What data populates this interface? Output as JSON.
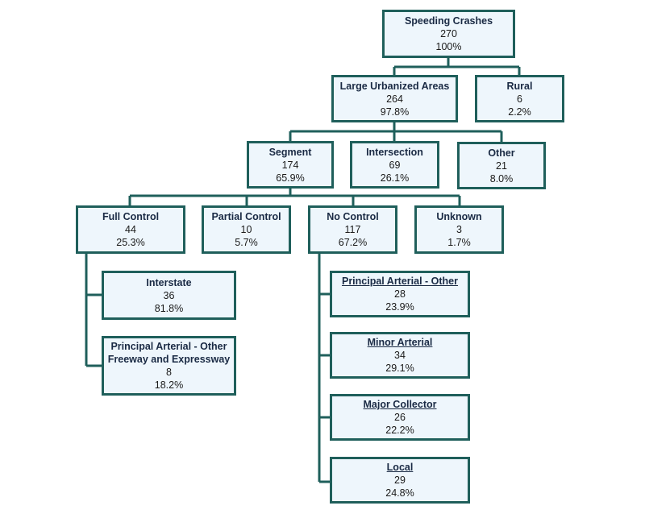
{
  "nodes": {
    "speeding": {
      "title": "Speeding Crashes",
      "count": "270",
      "pct": "100%"
    },
    "urban": {
      "title": "Large Urbanized Areas",
      "count": "264",
      "pct": "97.8%"
    },
    "rural": {
      "title": "Rural",
      "count": "6",
      "pct": "2.2%"
    },
    "segment": {
      "title": "Segment",
      "count": "174",
      "pct": "65.9%"
    },
    "intersection": {
      "title": "Intersection",
      "count": "69",
      "pct": "26.1%"
    },
    "other": {
      "title": "Other",
      "count": "21",
      "pct": "8.0%"
    },
    "full": {
      "title": "Full Control",
      "count": "44",
      "pct": "25.3%"
    },
    "partial": {
      "title": "Partial Control",
      "count": "10",
      "pct": "5.7%"
    },
    "nocontrol": {
      "title": "No Control",
      "count": "117",
      "pct": "67.2%"
    },
    "unknown": {
      "title": "Unknown",
      "count": "3",
      "pct": "1.7%"
    },
    "interstate": {
      "title": "Interstate",
      "count": "36",
      "pct": "81.8%"
    },
    "paofe": {
      "title_line1": "Principal Arterial - Other",
      "title_line2": "Freeway and Expressway",
      "count": "8",
      "pct": "18.2%"
    },
    "pao": {
      "title": "Principal Arterial - Other",
      "count": "28",
      "pct": "23.9%"
    },
    "minor": {
      "title": "Minor Arterial",
      "count": "34",
      "pct": "29.1%"
    },
    "major": {
      "title": "Major Collector",
      "count": "26",
      "pct": "22.2%"
    },
    "local": {
      "title": "Local",
      "count": "29",
      "pct": "24.8%"
    }
  },
  "colors": {
    "border": "#1f5f5b",
    "fill": "#eef6fc"
  }
}
